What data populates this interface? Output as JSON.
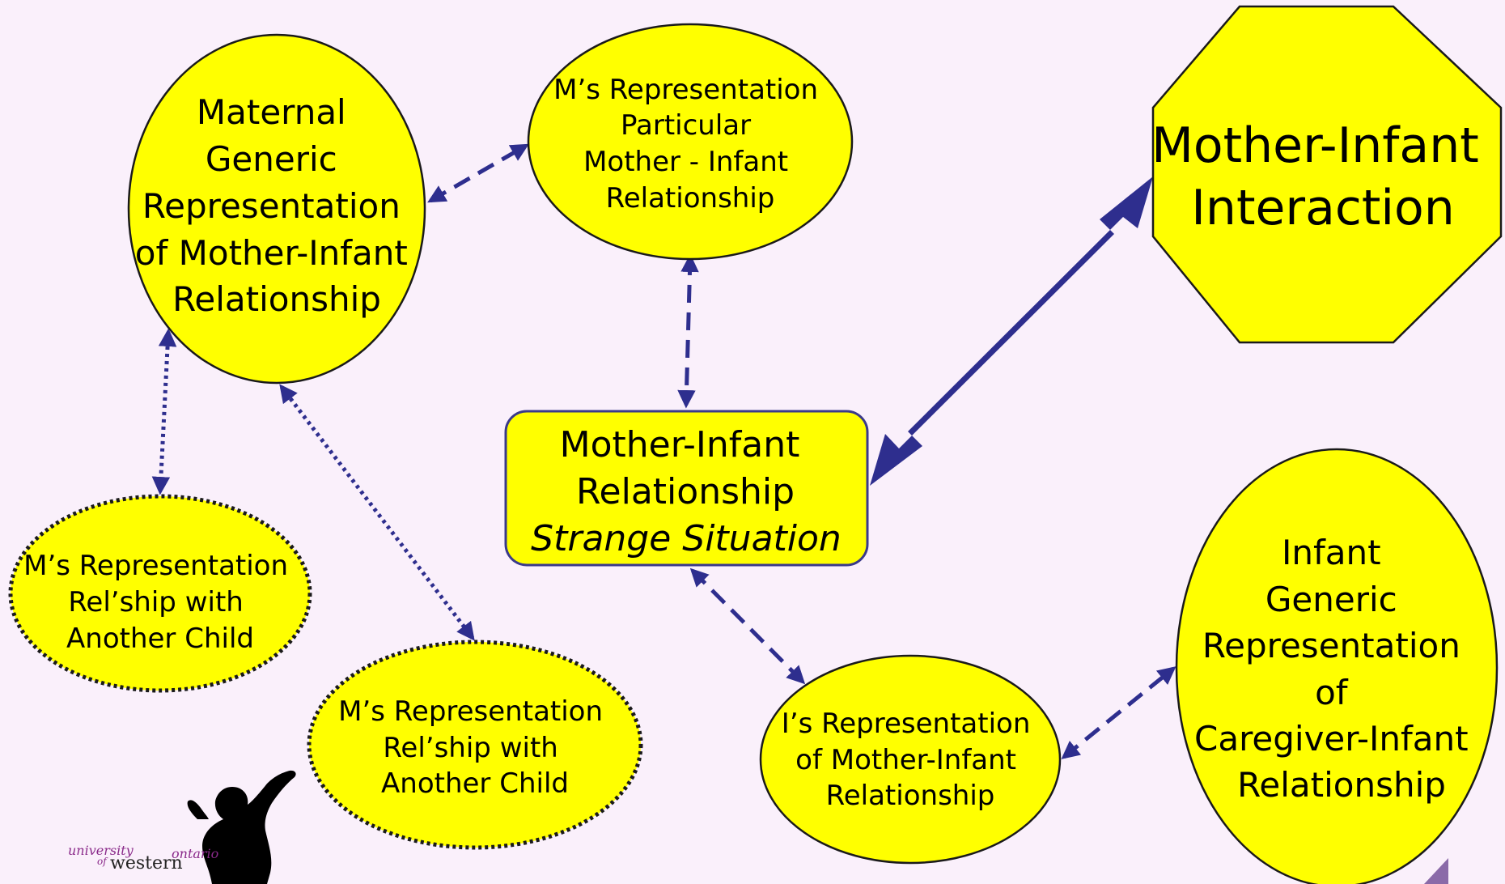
{
  "nodes": {
    "maternal_generic": [
      "Maternal",
      "Generic",
      "Representation",
      "of Mother-Infant",
      "Relationship"
    ],
    "m_particular": [
      "M’s Representation",
      "Particular",
      "Mother - Infant",
      "Relationship"
    ],
    "mother_infant_interaction": [
      "Mother-Infant",
      "Interaction"
    ],
    "mother_infant_relationship": [
      "Mother-Infant",
      "Relationship",
      "Strange Situation"
    ],
    "m_another_child_1": [
      "M’s Representation",
      "Rel’ship with",
      "Another Child"
    ],
    "m_another_child_2": [
      "M’s Representation",
      "Rel’ship with",
      "Another Child"
    ],
    "i_representation": [
      "I’s Representation",
      "of Mother-Infant",
      "Relationship"
    ],
    "infant_generic": [
      "Infant",
      "Generic",
      "Representation",
      "of",
      "Caregiver-Infant",
      "Relationship"
    ]
  },
  "logo": {
    "university": "university",
    "of": "of",
    "western": "western",
    "ontario": "ontario"
  },
  "colors": {
    "background": "#faf0fb",
    "node_fill": "#ffff00",
    "arrow": "#2e2e8e",
    "node_stroke": "#1a1a1a",
    "box_stroke": "#3a3a8a"
  }
}
